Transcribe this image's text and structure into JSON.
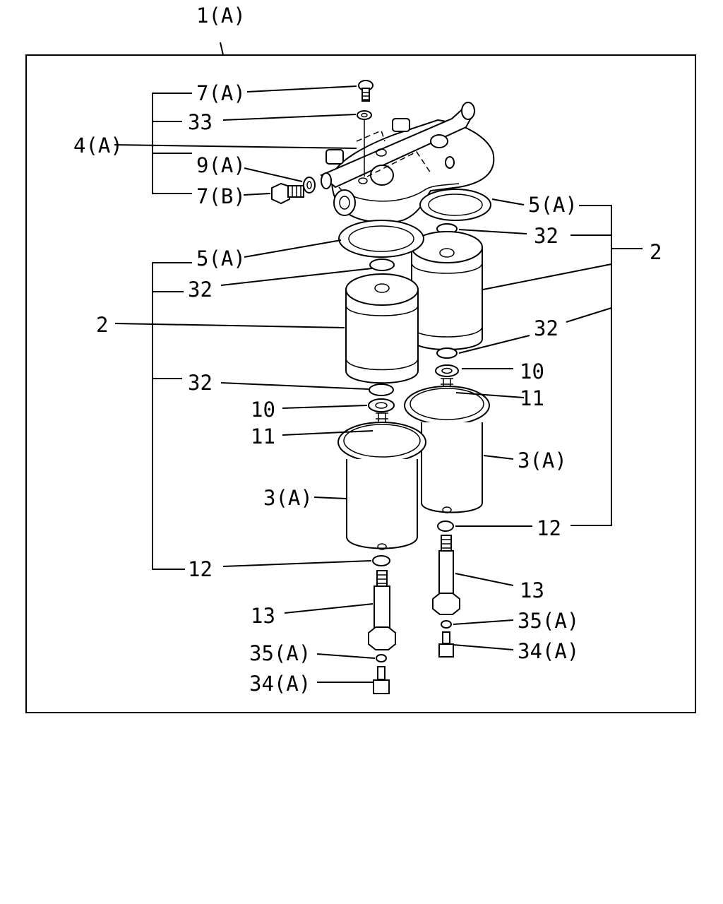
{
  "diagram": {
    "assembly_label": "1(A)",
    "labels": {
      "l7a": "7(A)",
      "l33": "33",
      "l4a": "4(A)",
      "l9a": "9(A)",
      "l7b": "7(B)",
      "l5a_right": "5(A)",
      "l32_right_top": "32",
      "l2_right": "2",
      "l5a_left": "5(A)",
      "l32_left_top": "32",
      "l2_left": "2",
      "l32_right_mid": "32",
      "l10_right": "10",
      "l32_left_mid": "32",
      "l11_right": "11",
      "l10_left": "10",
      "l11_left": "11",
      "l3a_right": "3(A)",
      "l3a_left": "3(A)",
      "l12_right": "12",
      "l12_left": "12",
      "l13_right": "13",
      "l13_left": "13",
      "l35a_right": "35(A)",
      "l34a_right": "34(A)",
      "l35a_left": "35(A)",
      "l34a_left": "34(A)"
    }
  }
}
